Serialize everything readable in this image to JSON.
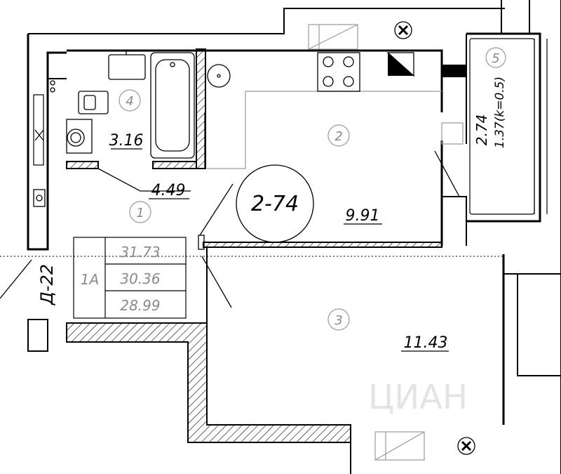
{
  "plan": {
    "apartment_code": "2-74",
    "type_label": "1A",
    "section_label": "Д-22",
    "area_total": "31.73",
    "area_net": "30.36",
    "area_living": "28.99",
    "rooms": [
      {
        "number": "1",
        "area": "4.49"
      },
      {
        "number": "2",
        "area": "9.91"
      },
      {
        "number": "3",
        "area": "11.43"
      },
      {
        "number": "4",
        "area": "3.16"
      },
      {
        "number": "5",
        "area": "2.74",
        "area_note": "1.37(k=0.5)"
      }
    ],
    "watermark": "ЦИАН"
  }
}
